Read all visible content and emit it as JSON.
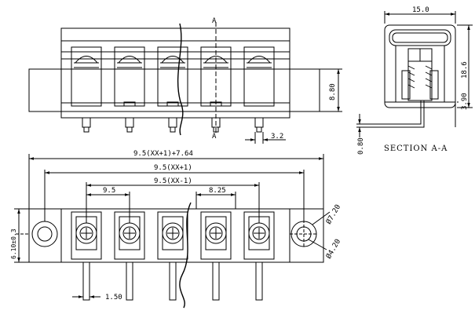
{
  "drawing": {
    "top_view": {
      "dim_height": "8.80",
      "dim_pin_offset": "3.2",
      "section_marker": "A"
    },
    "section_view": {
      "title": "SECTION A-A",
      "dim_width": "15.0",
      "dim_height": "18.6",
      "dim_pin": "3.90",
      "dim_base": "0.80"
    },
    "front_view": {
      "dim_total": "9.5(XX+1)+7.64",
      "dim_pitch_span": "9.5(XX+1)",
      "dim_inner_span": "9.5(XX-1)",
      "dim_pitch": "9.5",
      "dim_pitch2": "8.25",
      "dim_height": "6.10±0.3",
      "dim_hole_outer": "Ø7.20",
      "dim_hole_inner": "Ø4.20",
      "dim_pin_width": "1.50"
    }
  }
}
